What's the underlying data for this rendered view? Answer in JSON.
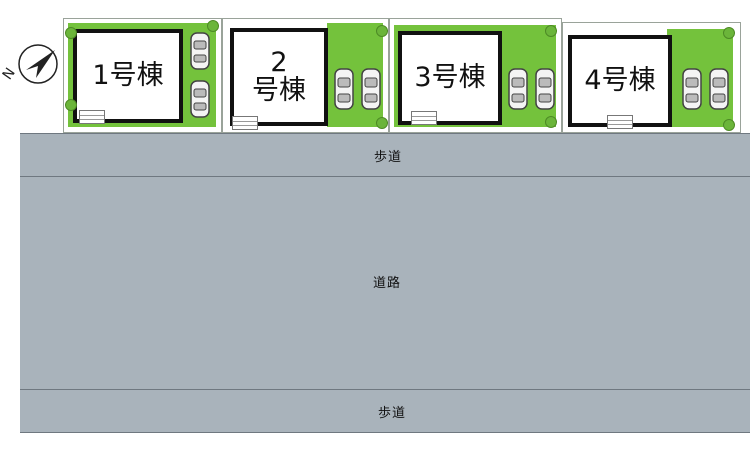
{
  "lots": [
    {
      "label": "1号棟"
    },
    {
      "label": "2\n号棟"
    },
    {
      "label": "3号棟"
    },
    {
      "label": "4号棟"
    }
  ],
  "road": {
    "sidewalk_top": "歩道",
    "main": "道路",
    "sidewalk_bottom": "歩道"
  },
  "compass": {
    "letter": "N"
  },
  "colors": {
    "garden": "#74c23c",
    "road": "#a9b3bb",
    "house_border": "#111111"
  }
}
